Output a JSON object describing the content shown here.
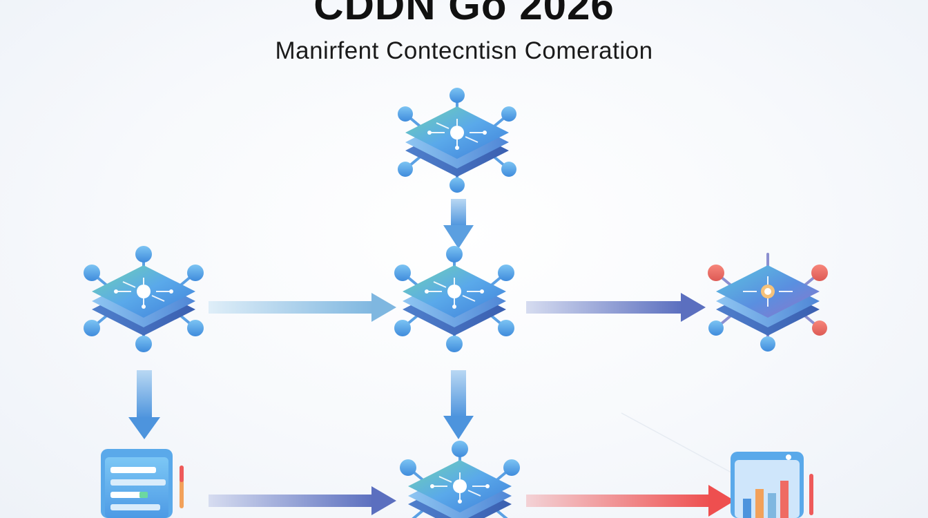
{
  "header": {
    "title": "CDDN Go 2026",
    "subtitle": "Manirfent Contecntisn Comeration"
  },
  "colors": {
    "blue": "#4e9fe6",
    "blue_dark": "#3a6fc4",
    "green": "#5fd4a3",
    "red": "#ef6b63",
    "arrow_light": "#9fc7e8",
    "arrow_violet": "#6f7fc0"
  },
  "nodes": [
    {
      "id": "top-hub",
      "icon": "network-hub-icon",
      "accent": "blue"
    },
    {
      "id": "left-hub",
      "icon": "network-hub-icon",
      "accent": "blue"
    },
    {
      "id": "center-hub",
      "icon": "network-hub-icon",
      "accent": "blue"
    },
    {
      "id": "right-hub",
      "icon": "network-hub-icon",
      "accent": "red"
    },
    {
      "id": "bottom-hub",
      "icon": "network-hub-icon",
      "accent": "blue"
    },
    {
      "id": "left-panel",
      "icon": "list-panel-icon",
      "accent": "blue"
    },
    {
      "id": "right-panel",
      "icon": "bar-chart-panel-icon",
      "accent": "red"
    }
  ],
  "edges": [
    {
      "from": "top-hub",
      "to": "center-hub"
    },
    {
      "from": "left-hub",
      "to": "center-hub"
    },
    {
      "from": "center-hub",
      "to": "right-hub"
    },
    {
      "from": "left-hub",
      "to": "left-panel"
    },
    {
      "from": "center-hub",
      "to": "bottom-hub"
    },
    {
      "from": "left-panel",
      "to": "bottom-hub"
    },
    {
      "from": "bottom-hub",
      "to": "right-panel"
    }
  ]
}
